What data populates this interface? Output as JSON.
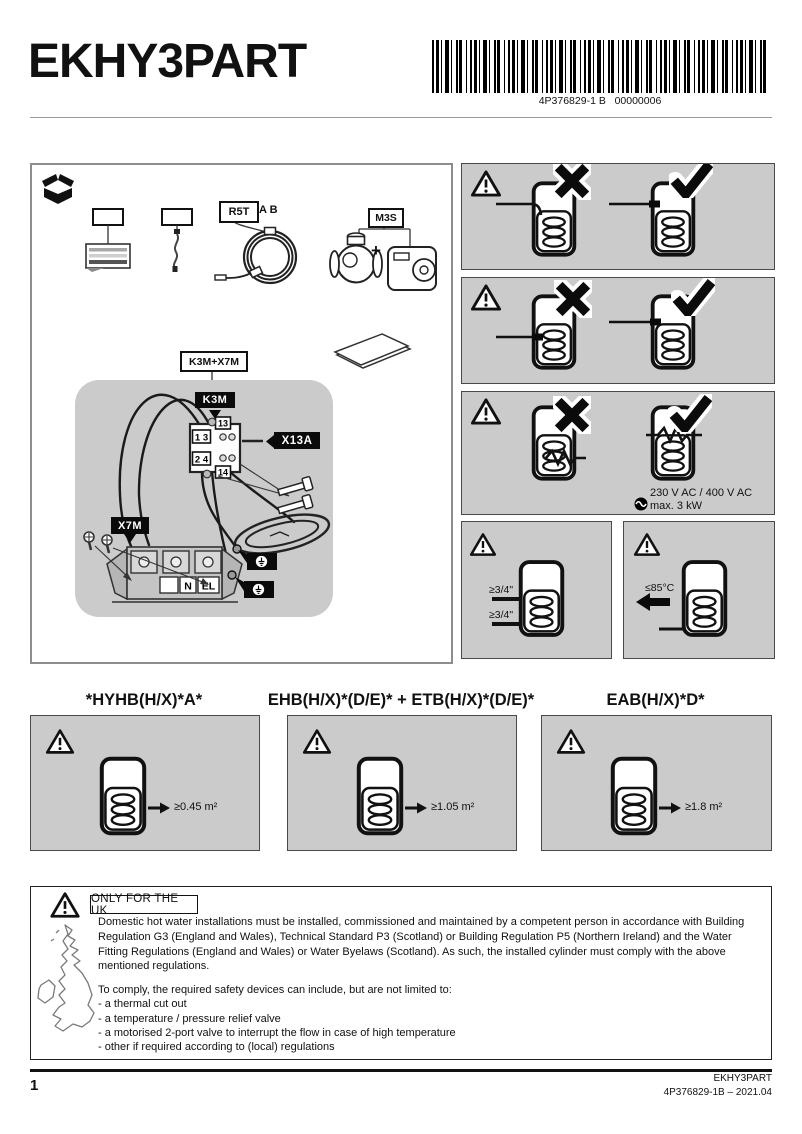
{
  "header": {
    "title": "EKHY3PART",
    "barcode_text": "4P376829-1 B   00000006"
  },
  "parts": {
    "r5t_label": "R5T",
    "r5t_ends": "A B",
    "m3s_label": "M3S",
    "k3m_x7m_label": "K3M+X7M",
    "k3m_label": "K3M",
    "x13a_label": "X13A",
    "x7m_label": "X7M",
    "plus": "+",
    "contactor": {
      "main_top": "1 3",
      "main_bottom": "2 4",
      "aux_top": "13",
      "aux_bottom": "14"
    },
    "terminal": {
      "n": "N",
      "el": "EL"
    }
  },
  "warnings": {
    "power_line1": "230 V AC / 400 V AC",
    "power_line2": "max. 3 kW",
    "pipe_size_top": "≥3/4\"",
    "pipe_size_bottom": "≥3/4\"",
    "max_temp": "≤85°C"
  },
  "models": [
    {
      "name": "*HYHB(H/X)*A*",
      "coil_area": "≥0.45 m²"
    },
    {
      "name": "EHB(H/X)*(D/E)* + ETB(H/X)*(D/E)*",
      "coil_area": "≥1.05 m²"
    },
    {
      "name": "EAB(H/X)*D*",
      "coil_area": "≥1.8 m²"
    }
  ],
  "uk_notice": {
    "badge": "ONLY FOR THE UK",
    "paragraph1": "Domestic hot water installations must be installed, commissioned and maintained by a competent person in accordance with Building Regulation G3 (England and Wales), Technical Standard P3 (Scotland) or Building Regulation P5 (Northern Ireland) and the Water Fitting Regulations (England and Wales) or Water Byelaws (Scotland). As such, the installed cylinder must comply with the above mentioned regulations.",
    "paragraph2": "To comply, the required safety devices can include, but are not limited to:",
    "bullets": [
      "- a thermal cut out",
      "- a temperature / pressure relief valve",
      "- a motorised 2-port valve to interrupt the flow in case of high temperature",
      "- other if required according to (local) regulations"
    ]
  },
  "footer": {
    "page_number": "1",
    "model": "EKHY3PART",
    "doc_code": "4P376829-1B – 2021.04"
  }
}
